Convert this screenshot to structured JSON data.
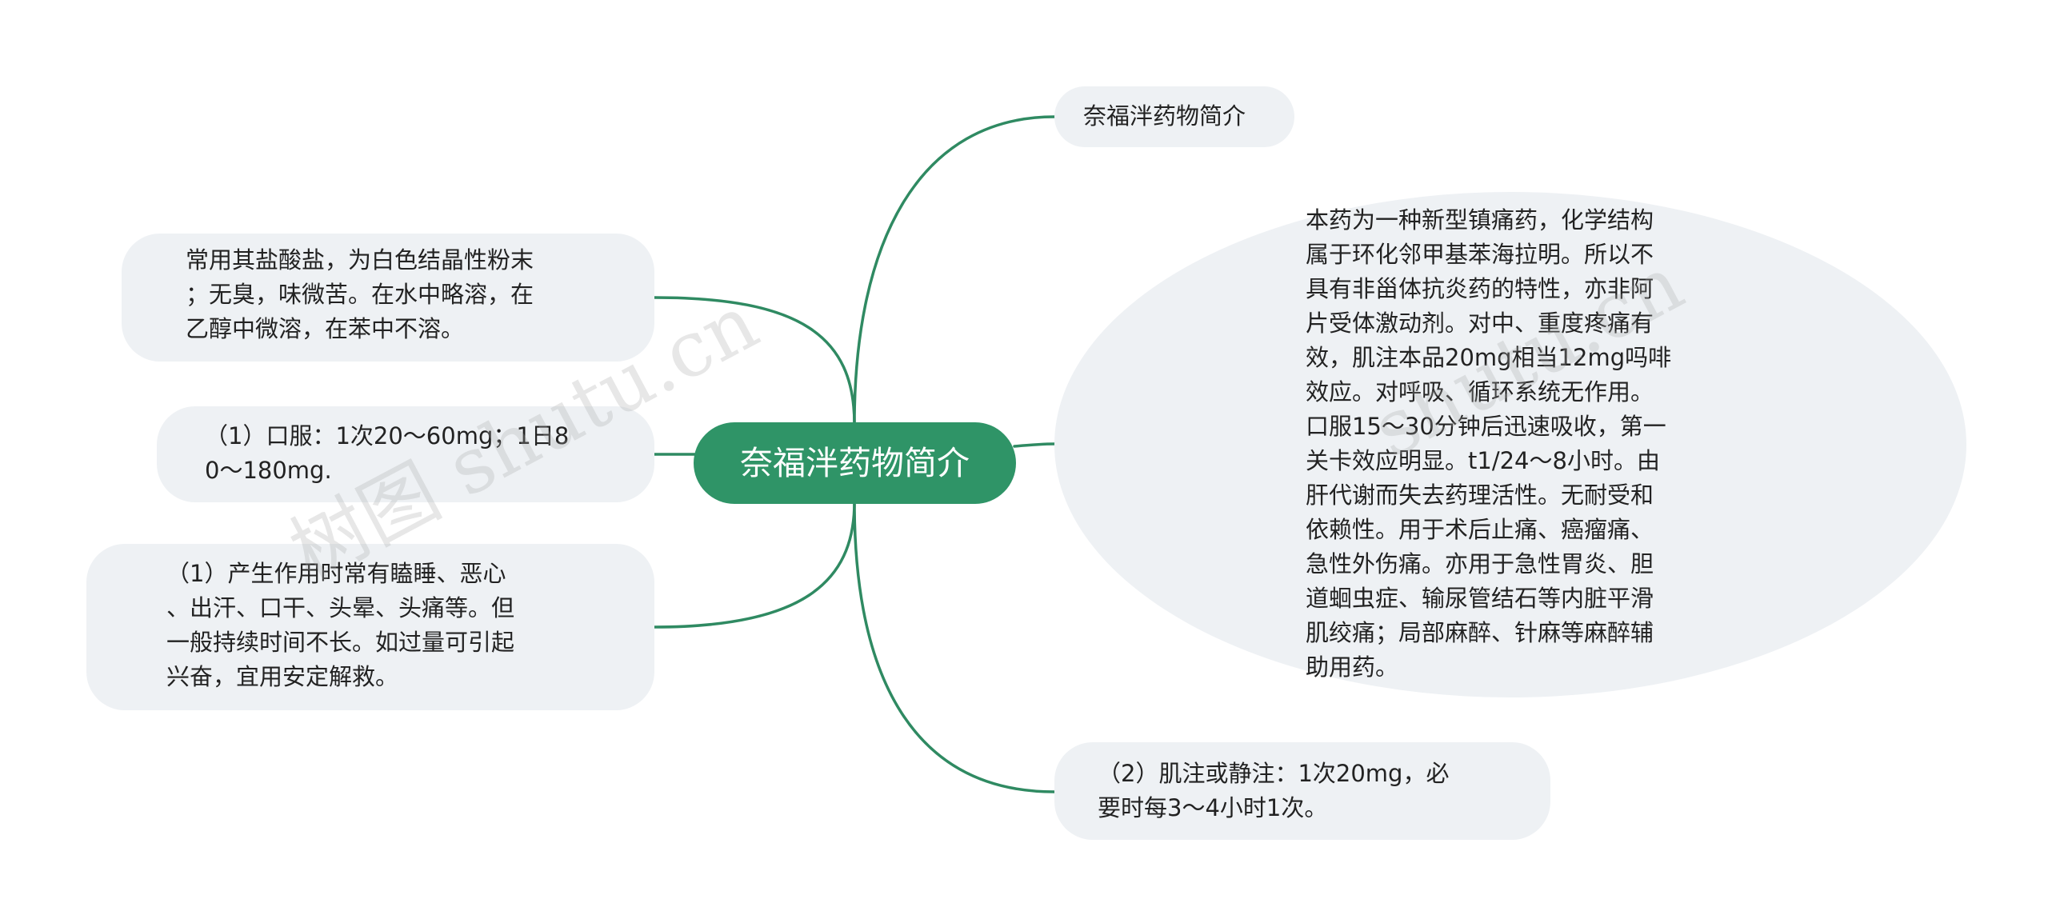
{
  "theme": {
    "accent": "#2f9467",
    "node_fill": "#eef1f4",
    "line": "#2f8a62"
  },
  "center": {
    "label": "奈福泮药物简介"
  },
  "nodes": {
    "right_title": "奈福泮药物简介",
    "right_desc": "本药为一种新型镇痛药，化学结构\n属于环化邻甲基苯海拉明。所以不\n具有非甾体抗炎药的特性，亦非阿\n片受体激动剂。对中、重度疼痛有\n效，肌注本品20mg相当12mg吗啡\n效应。对呼吸、循环系统无作用。\n口服15～30分钟后迅速吸收，第一\n关卡效应明显。t1/24～8小时。由\n肝代谢而失去药理活性。无耐受和\n依赖性。用于术后止痛、癌瘤痛、\n急性外伤痛。亦用于急性胃炎、胆\n道蛔虫症、输尿管结石等内脏平滑\n肌绞痛；局部麻醉、针麻等麻醉辅\n助用药。",
    "right_injection": "（2）肌注或静注：1次20mg，必\n要时每3～4小时1次。",
    "left_property": "常用其盐酸盐，为白色结晶性粉末\n；无臭，味微苦。在水中略溶，在\n乙醇中微溶，在苯中不溶。",
    "left_oral": "（1）口服：1次20～60mg；1日8\n0～180mg.",
    "left_side_effect": "（1）产生作用时常有瞌睡、恶心\n、出汗、口干、头晕、头痛等。但\n一般持续时间不长。如过量可引起\n兴奋，宜用安定解救。"
  },
  "watermarks": [
    "树图 shutu.cn",
    "shutu.cn"
  ]
}
